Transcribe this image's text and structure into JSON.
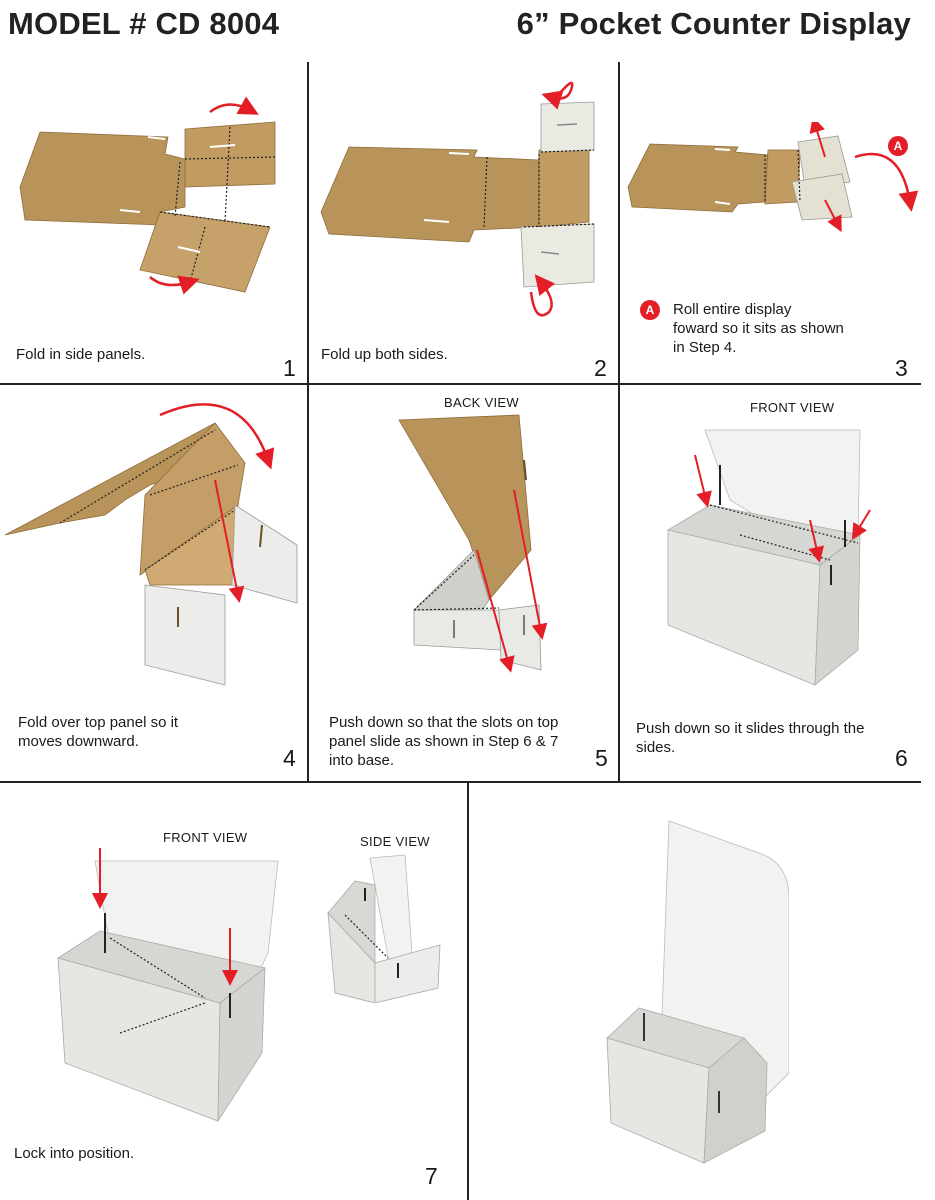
{
  "header": {
    "model": "MODEL # CD 8004",
    "product": "6” Pocket Counter Display"
  },
  "colors": {
    "cardboard": "#b8935a",
    "white_board": "#e9e9e6",
    "arrow_red": "#e31e26",
    "grid": "#222222"
  },
  "steps": [
    {
      "number": "1",
      "caption": "Fold in side panels."
    },
    {
      "number": "2",
      "caption": "Fold up both sides."
    },
    {
      "number": "3",
      "badge": "A",
      "caption_lines": [
        "Roll entire display",
        "foward so it sits as shown",
        "in Step 4."
      ]
    },
    {
      "number": "4",
      "caption_lines": [
        "Fold over top panel so it",
        "moves downward."
      ]
    },
    {
      "number": "5",
      "view": "BACK  VIEW",
      "caption_lines": [
        "Push down so that the slots on top",
        "panel slide as shown in Step 6 & 7",
        "into base."
      ]
    },
    {
      "number": "6",
      "view": "FRONT VIEW",
      "caption_lines": [
        "Push down so it slides through the",
        "sides."
      ]
    },
    {
      "number": "7",
      "view_front": "FRONT VIEW",
      "view_side": "SIDE  VIEW",
      "caption": "Lock into position."
    }
  ],
  "icons": {
    "step3_badge": "A"
  }
}
